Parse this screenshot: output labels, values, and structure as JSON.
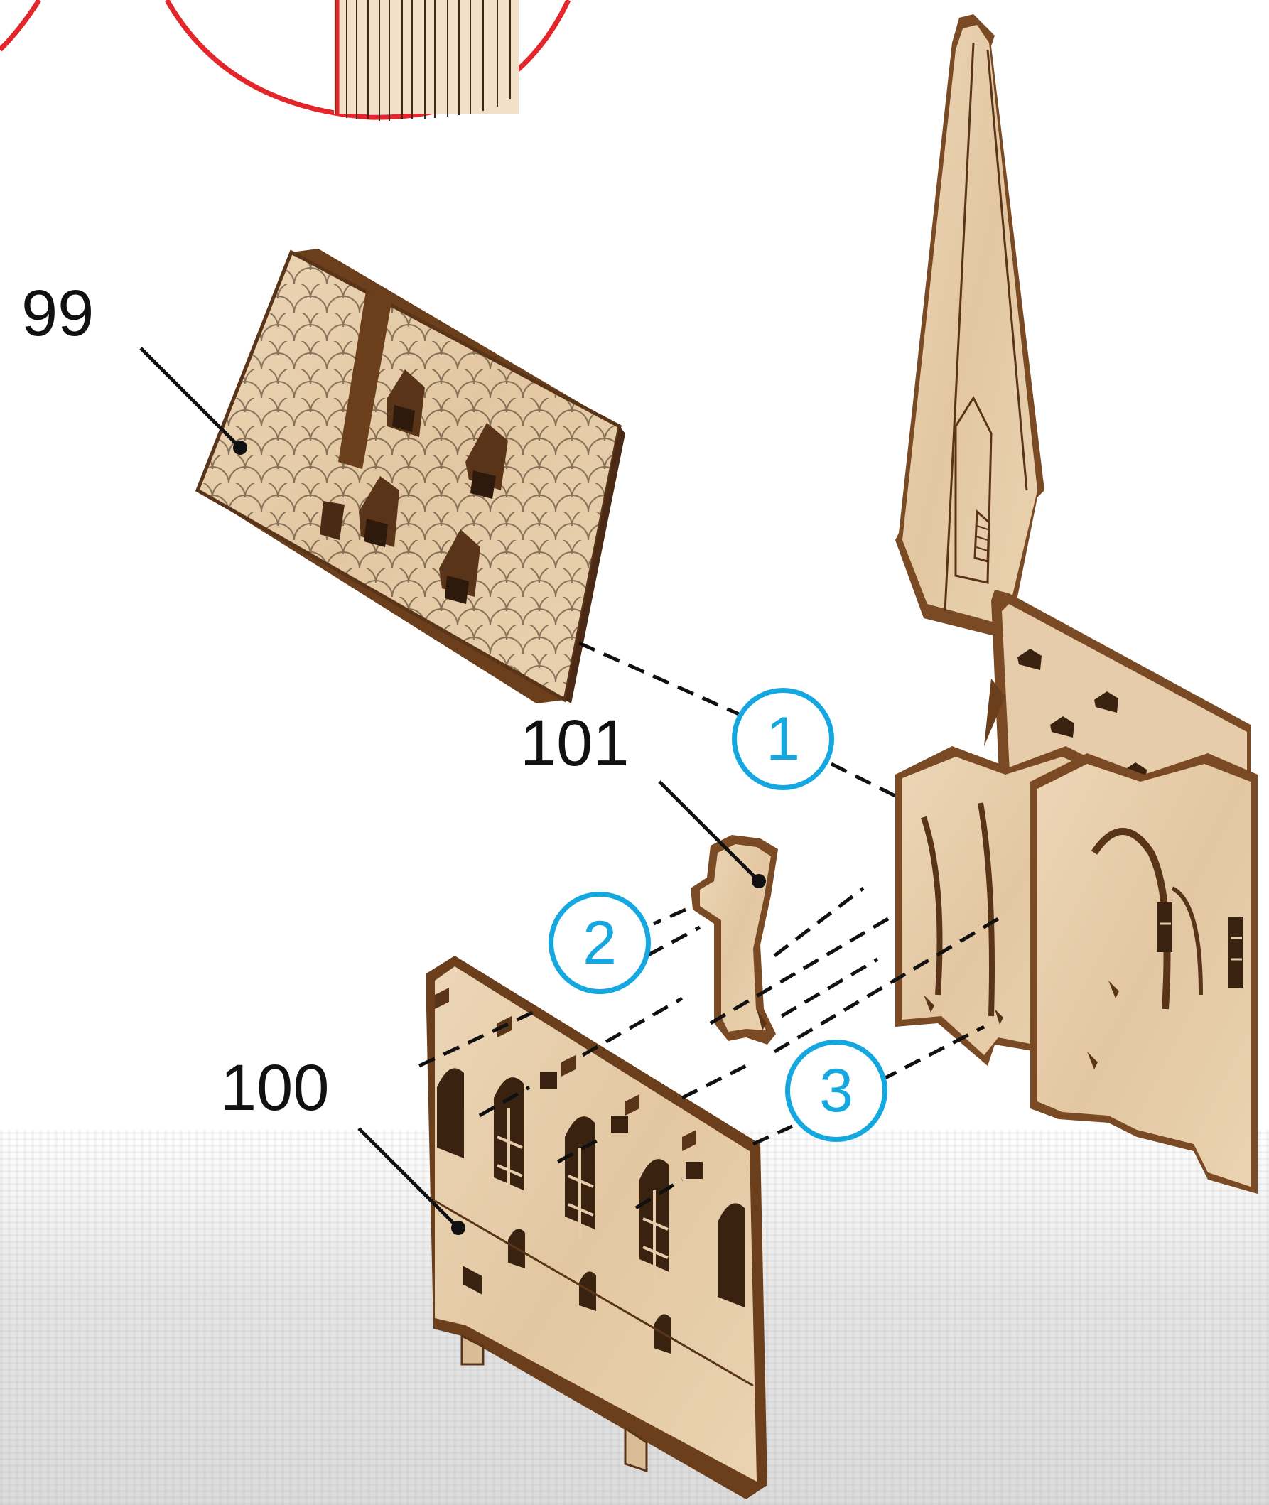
{
  "parts": [
    {
      "id": "roof",
      "number": "99"
    },
    {
      "id": "wall",
      "number": "100"
    },
    {
      "id": "buttress",
      "number": "101"
    }
  ],
  "steps": [
    "1",
    "2",
    "3"
  ],
  "colors": {
    "wood_face": "#e8d0ae",
    "wood_edge": "#8b5a32",
    "wood_dark": "#5a3418",
    "step_circle": "#15a8e0",
    "detail_circle": "#e3262b",
    "guide_line": "#111111"
  }
}
